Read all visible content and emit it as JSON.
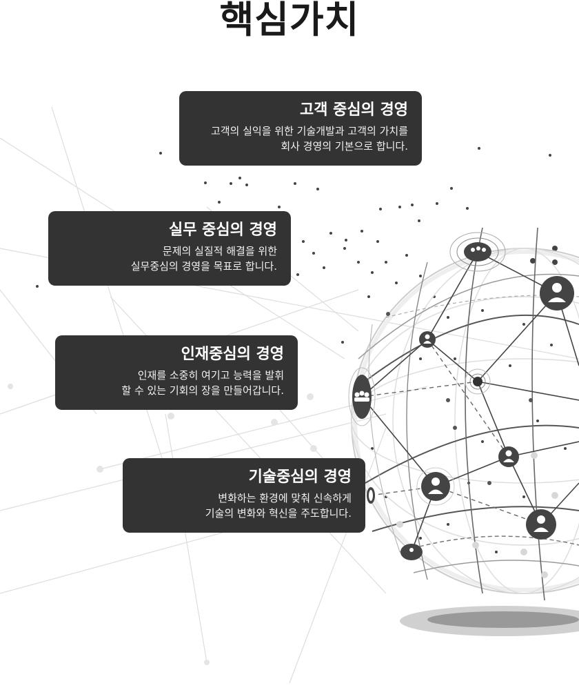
{
  "page_title": "핵심가치",
  "values": [
    {
      "title": "고객 중심의 경영",
      "line1": "고객의 실익을 위한 기술개발과 고객의 가치를",
      "line2": "회사 경영의 기본으로 합니다."
    },
    {
      "title": "실무 중심의 경영",
      "line1": "문제의 실질적 해결을 위한",
      "line2": "실무중심의 경영을 목표로 합니다."
    },
    {
      "title": "인재중심의 경영",
      "line1": "인재를 소중히 여기고 능력을 발휘",
      "line2": "할 수 있는 기회의 장을 만들어갑니다."
    },
    {
      "title": "기술중심의 경영",
      "line1": "변화하는 환경에 맞춰 신속하게",
      "line2": "기술의 변화와 혁신을 주도합니다."
    }
  ],
  "icons": [
    "globe-network-illustration",
    "person-icon",
    "group-icon"
  ],
  "colors": {
    "card_bg": "#333333",
    "title": "#1a1a1a",
    "accent_gray": "#555555"
  }
}
